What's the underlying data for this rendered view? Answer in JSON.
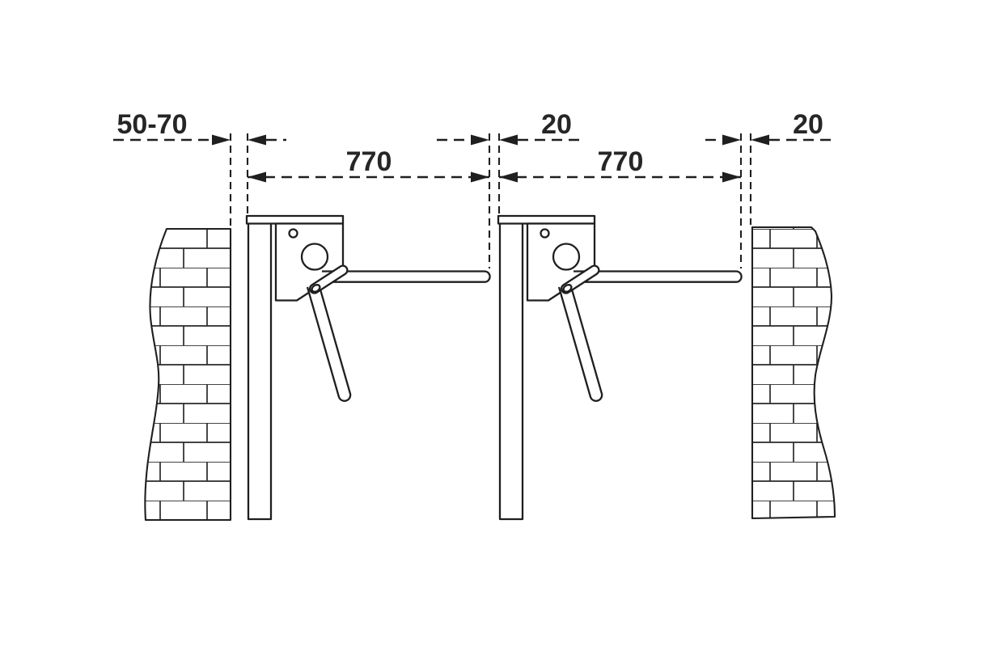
{
  "diagram": {
    "labels": {
      "wall_gap": "50-70",
      "lane_left": "770",
      "center_gap": "20",
      "lane_right": "770",
      "wall_side_gap": "20"
    },
    "colors": {
      "line": "#1f1f1f",
      "text": "#262626",
      "background": "#ffffff"
    }
  }
}
